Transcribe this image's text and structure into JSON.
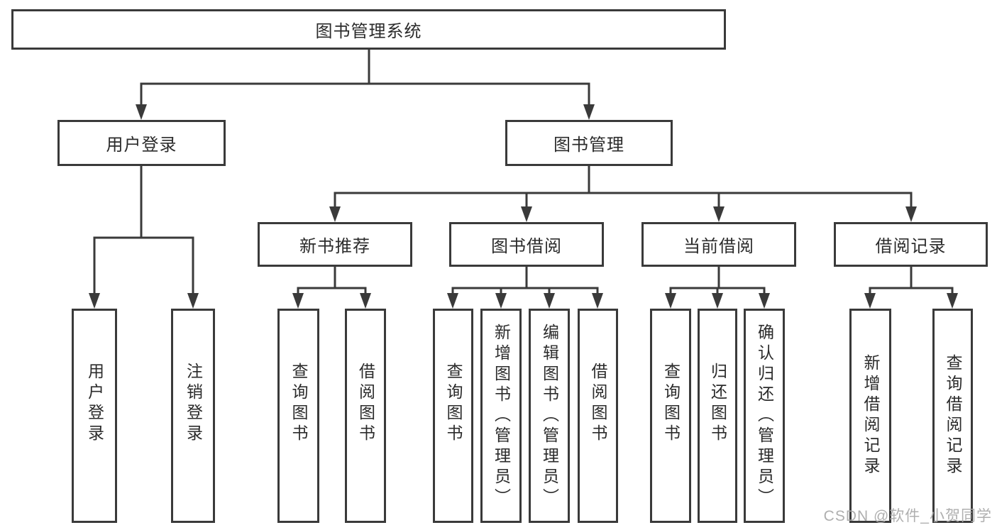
{
  "diagram": {
    "type": "hierarchy-tree",
    "root": {
      "label": "图书管理系统"
    },
    "level2": [
      {
        "id": "user-login",
        "label": "用户登录"
      },
      {
        "id": "book-management",
        "label": "图书管理"
      }
    ],
    "level3": [
      {
        "id": "new-book-recommend",
        "label": "新书推荐",
        "parent": "book-management"
      },
      {
        "id": "book-borrow",
        "label": "图书借阅",
        "parent": "book-management"
      },
      {
        "id": "current-borrow",
        "label": "当前借阅",
        "parent": "book-management"
      },
      {
        "id": "borrow-records",
        "label": "借阅记录",
        "parent": "book-management"
      }
    ],
    "leaves": [
      {
        "id": "leaf-user-login",
        "label": "用户登录",
        "parent": "user-login"
      },
      {
        "id": "leaf-logout",
        "label": "注销登录",
        "parent": "user-login"
      },
      {
        "id": "leaf-query-books-a",
        "label": "查询图书",
        "parent": "new-book-recommend"
      },
      {
        "id": "leaf-borrow-books-a",
        "label": "借阅图书",
        "parent": "new-book-recommend"
      },
      {
        "id": "leaf-query-books-b",
        "label": "查询图书",
        "parent": "book-borrow"
      },
      {
        "id": "leaf-add-books-admin",
        "label": "新增图书（管理员）",
        "parent": "book-borrow"
      },
      {
        "id": "leaf-edit-books-admin",
        "label": "编辑图书（管理员）",
        "parent": "book-borrow"
      },
      {
        "id": "leaf-borrow-books-b",
        "label": "借阅图书",
        "parent": "book-borrow"
      },
      {
        "id": "leaf-query-books-c",
        "label": "查询图书",
        "parent": "current-borrow"
      },
      {
        "id": "leaf-return-books",
        "label": "归还图书",
        "parent": "current-borrow"
      },
      {
        "id": "leaf-confirm-return-admin",
        "label": "确认归还（管理员）",
        "parent": "current-borrow"
      },
      {
        "id": "leaf-add-borrow-record",
        "label": "新增借阅记录",
        "parent": "borrow-records"
      },
      {
        "id": "leaf-query-borrow-record",
        "label": "查询借阅记录",
        "parent": "borrow-records"
      }
    ]
  },
  "watermark": {
    "text": "CSDN @软件_小贺同学"
  },
  "colors": {
    "line": "#3a3a3a",
    "box_border": "#3a3a3a",
    "text": "#2b2b2b",
    "background": "#ffffff",
    "watermark": "#a8a8a8"
  }
}
